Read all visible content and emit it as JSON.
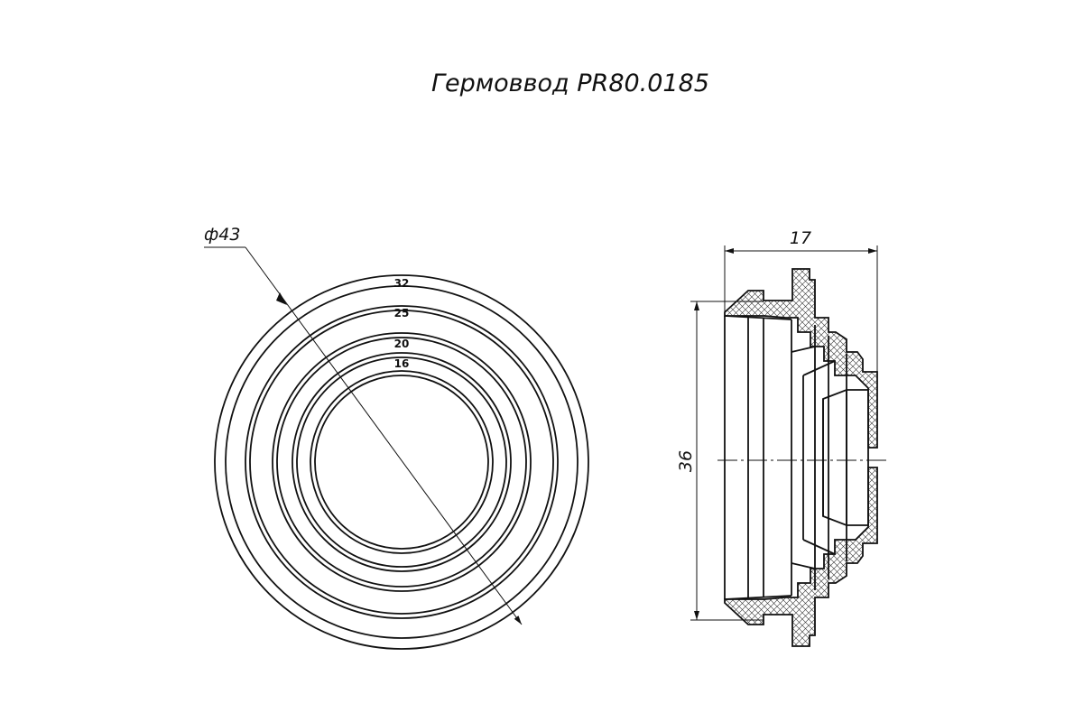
{
  "title": "Гермоввод PR80.0185",
  "front_view": {
    "diameter_label": "ф43",
    "ring_labels": [
      "32",
      "25",
      "20",
      "16"
    ]
  },
  "side_view": {
    "width_label": "17",
    "height_label": "36"
  }
}
